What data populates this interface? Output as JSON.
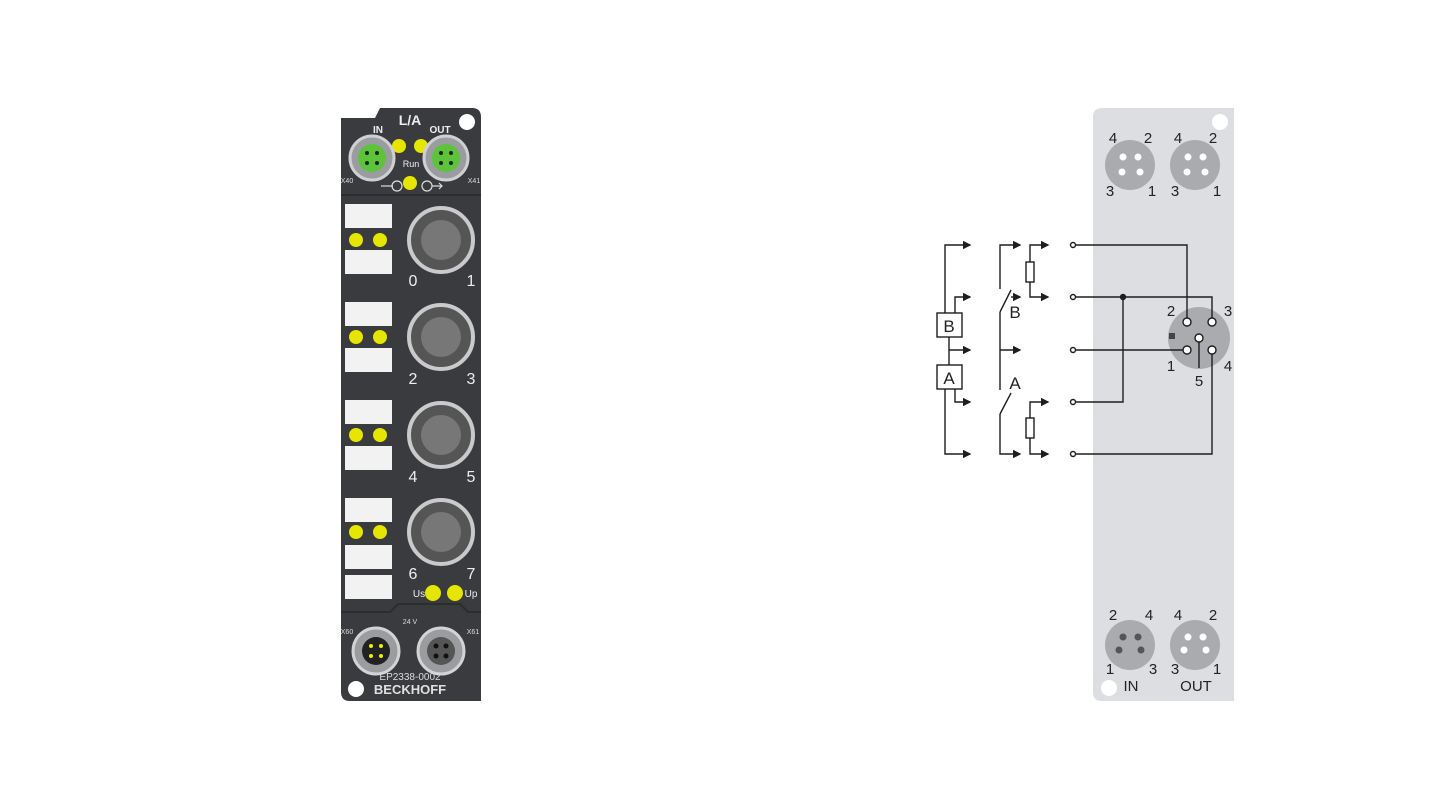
{
  "device": {
    "model": "EP2338-0002",
    "brand": "BECKHOFF",
    "top": {
      "la": "L/A",
      "in": "IN",
      "out": "OUT",
      "run": "Run",
      "x40": "X40",
      "x41": "X41"
    },
    "channels": [
      {
        "left": "0",
        "right": "1"
      },
      {
        "left": "2",
        "right": "3"
      },
      {
        "left": "4",
        "right": "5"
      },
      {
        "left": "6",
        "right": "7"
      }
    ],
    "power_leds": {
      "us": "Us",
      "up": "Up"
    },
    "bottom": {
      "voltage": "24 V",
      "x60": "X60",
      "x61": "X61"
    },
    "colors": {
      "housing": "#3a3b3e",
      "led": "#e6e600",
      "ethercat": "#5cc43a",
      "label": "#f2f2f2"
    }
  },
  "diagram": {
    "relays": {
      "b": "B",
      "a": "A"
    },
    "switch_labels": {
      "b": "B",
      "a": "A"
    },
    "signal_pins": {
      "p1": "1",
      "p2": "2",
      "p3": "3",
      "p4": "4",
      "p5": "5"
    },
    "top_connectors": [
      {
        "tl": "4",
        "tr": "2",
        "bl": "3",
        "br": "1"
      },
      {
        "tl": "4",
        "tr": "2",
        "bl": "3",
        "br": "1"
      }
    ],
    "bottom_connectors": [
      {
        "tl": "2",
        "tr": "4",
        "bl": "1",
        "br": "3",
        "name": "IN"
      },
      {
        "tl": "4",
        "tr": "2",
        "bl": "3",
        "br": "1",
        "name": "OUT"
      }
    ],
    "colors": {
      "panel": "#dcdee1",
      "pin_face": "#a9abae",
      "line": "#1e1e1e"
    }
  }
}
